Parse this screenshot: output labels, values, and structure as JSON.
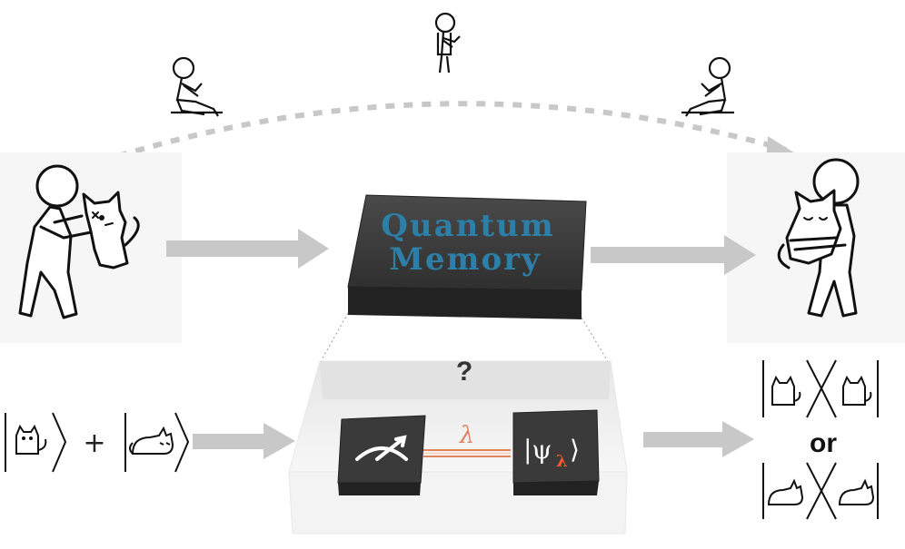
{
  "box_title_line1": "Quantum",
  "box_title_line2": "Memory",
  "question_mark": "?",
  "lambda_label": "λ",
  "state_label": "|ψ",
  "state_subscript": "λ",
  "state_close": "⟩",
  "plus_sign": "+",
  "or_label": "or",
  "colors": {
    "box_text": "#2d7fa8",
    "arrow_gray": "#c8c8c8",
    "link_orange": "#e0835e",
    "box_dark": "#3a3a3a"
  },
  "icons": [
    "person-holding-cat-icon",
    "person-sitting-icon",
    "person-standing-icon",
    "person-hugging-cat-icon",
    "alive-cat-icon",
    "sleeping-cat-icon",
    "measurement-meter-icon"
  ]
}
